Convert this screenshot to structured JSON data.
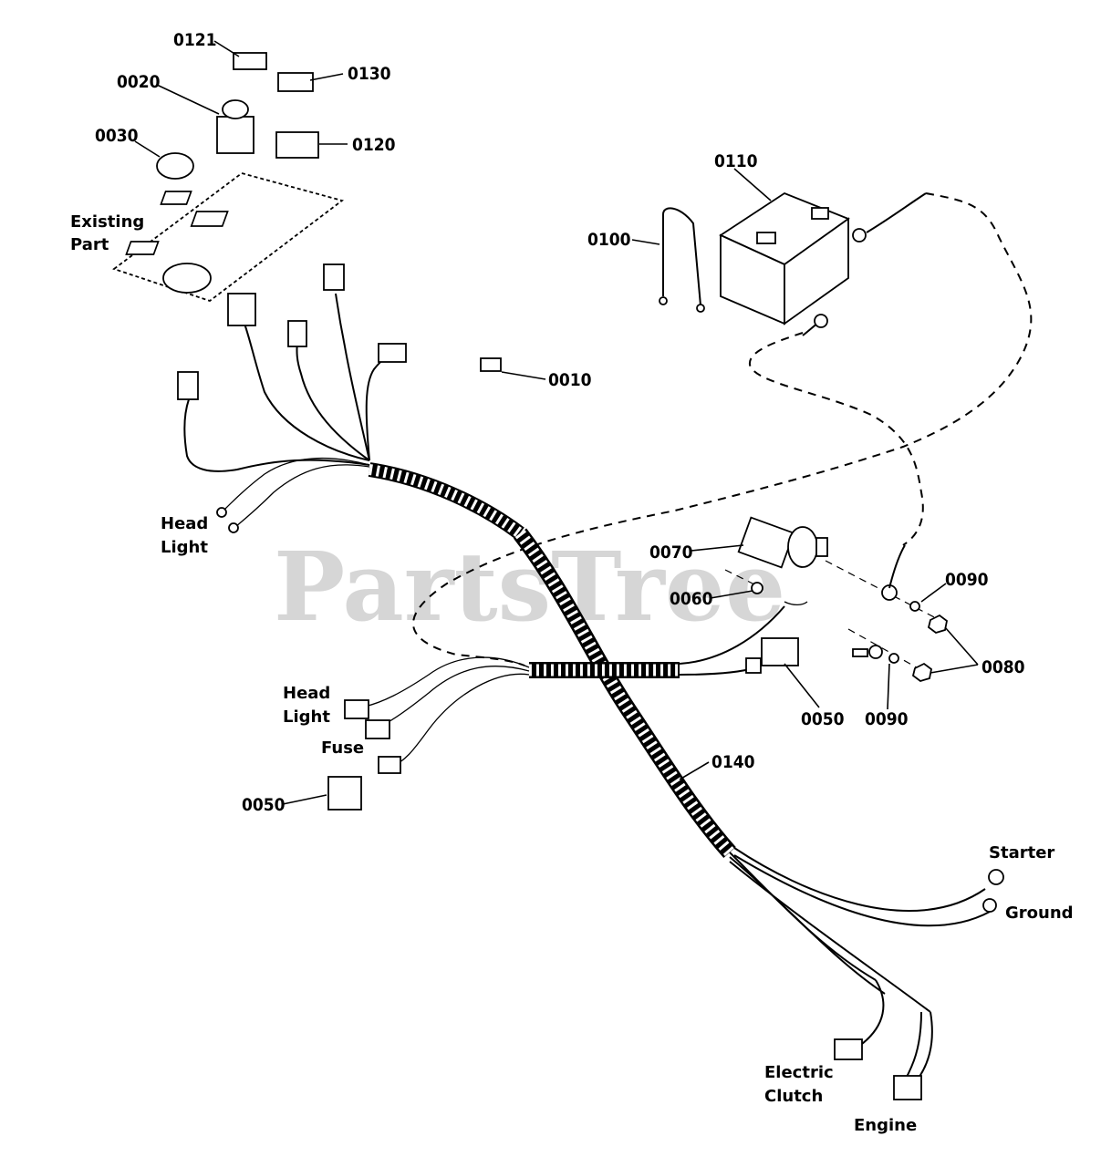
{
  "watermark": "PartsTree",
  "callouts": {
    "p0121": "0121",
    "p0130": "0130",
    "p0020": "0020",
    "p0030": "0030",
    "p0120": "0120",
    "p0110": "0110",
    "p0100": "0100",
    "p0010": "0010",
    "p0070": "0070",
    "p0060": "0060",
    "p0090a": "0090",
    "p0080": "0080",
    "p0050a": "0050",
    "p0090b": "0090",
    "p0140": "0140",
    "p0050b": "0050"
  },
  "notes": {
    "existing_line1": "Existing",
    "existing_line2": "Part",
    "headlight1_line1": "Head",
    "headlight1_line2": "Light",
    "headlight2_line1": "Head",
    "headlight2_line2": "Light",
    "fuse": "Fuse",
    "starter": "Starter",
    "ground": "Ground",
    "electric_clutch_line1": "Electric",
    "electric_clutch_line2": "Clutch",
    "engine": "Engine"
  }
}
